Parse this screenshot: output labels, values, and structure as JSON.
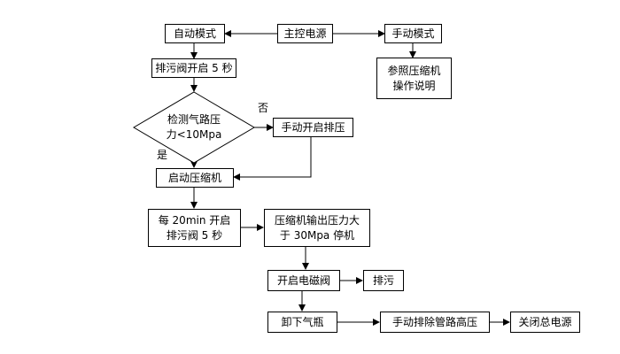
{
  "nodes": {
    "main_power": "主控电源",
    "auto_mode": "自动模式",
    "manual_mode": "手动模式",
    "manual_ref_line1": "参照压缩机",
    "manual_ref_line2": "操作说明",
    "drain_5s": "排污阀开启 5 秒",
    "check_line1": "检测气路压",
    "check_line2": "力<10Mpa",
    "manual_drain": "手动开启排压",
    "start_compressor": "启动压缩机",
    "periodic_line1": "每 20min 开启",
    "periodic_line2": "排污阀 5 秒",
    "stop_line1": "压缩机输出压力大",
    "stop_line2": "于 30Mpa 停机",
    "open_solenoid": "开启电磁阀",
    "drain": "排污",
    "unload_cylinder": "卸下气瓶",
    "manual_release": "手动排除管路高压",
    "shutdown_power": "关闭总电源"
  },
  "labels": {
    "no": "否",
    "yes": "是"
  }
}
